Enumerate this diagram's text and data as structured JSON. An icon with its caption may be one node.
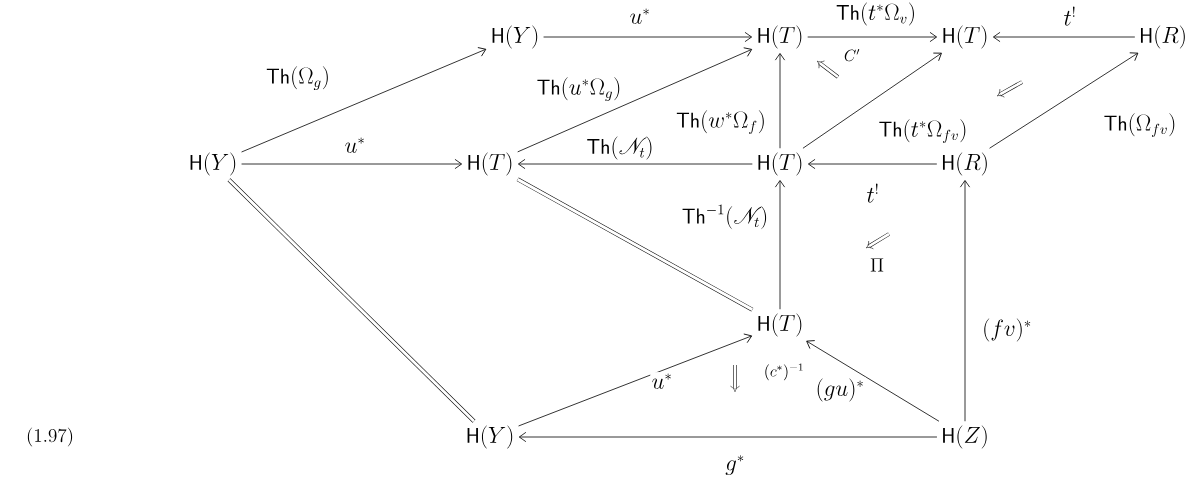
{
  "diagram": {
    "nodes": [
      {
        "text": [
          "\\mathsf{H}(Y)"
        ]
      },
      {
        "text": [
          "\\mathsf{H}(Y)"
        ]
      },
      {
        "text": [
          "\\mathsf{H}(T)"
        ]
      },
      {
        "text": [
          "\\mathsf{H}(T)"
        ]
      },
      {
        "text": [
          "\\mathsf{H}(R)"
        ]
      },
      {
        "text": [
          "\\mathsf{H}(T)"
        ]
      },
      {
        "text": [
          "\\mathsf{H}(T)"
        ]
      },
      {
        "text": [
          "\\mathsf{H}(R)"
        ]
      },
      {
        "text": [
          "\\mathsf{H}(T)"
        ]
      },
      {
        "text": [
          "\\mathsf{H}(Y)"
        ]
      },
      {
        "text": [
          "\\mathsf{H}(Z)"
        ]
      }
    ],
    "edges": [
      {
        "from": 0,
        "to": 1,
        "arrow": "to",
        "label": "\\mathsf{Th}(\\Omega_g)"
      },
      {
        "from": 1,
        "to": 2,
        "arrow": "to",
        "label": "u^*"
      },
      {
        "from": 2,
        "to": 3,
        "arrow": "to",
        "label": "\\mathsf{Th}(t^*\\Omega_v)"
      },
      {
        "from": 4,
        "to": 3,
        "arrow": "to",
        "label": "t^!"
      },
      {
        "from": 0,
        "to": 5,
        "arrow": "to",
        "label": "u^*"
      },
      {
        "from": 5,
        "to": 2,
        "arrow": "to",
        "label": "\\mathsf{Th}(u^*\\Omega_g)"
      },
      {
        "from": 6,
        "to": 2,
        "arrow": "to",
        "label": "\\mathsf{Th}(w^*\\Omega_f)"
      },
      {
        "from": 6,
        "to": 5,
        "arrow": "to",
        "label": "\\mathsf{Th}(\\mathscr{N}_t)"
      },
      {
        "from": 6,
        "to": 3,
        "arrow": "to",
        "label": "\\mathsf{Th}(t^*\\Omega_{fv})"
      },
      {
        "from": 7,
        "to": 6,
        "arrow": "to",
        "label": "t^!"
      },
      {
        "from": 7,
        "to": 4,
        "arrow": "to",
        "label": "\\mathsf{Th}(\\Omega_{fv})"
      },
      {
        "from": 8,
        "to": 6,
        "arrow": "to",
        "label": "\\mathsf{Th}^{-1}(\\mathscr{N}_t)"
      },
      {
        "from": 5,
        "to": 8,
        "arrow": "none",
        "style": "thick"
      },
      {
        "from": 0,
        "to": 9,
        "arrow": "none",
        "style": "thick"
      },
      {
        "from": 9,
        "to": 8,
        "arrow": "to",
        "label": "u^*"
      },
      {
        "from": 10,
        "to": 8,
        "arrow": "to",
        "label": "(gu)^*"
      },
      {
        "from": 10,
        "to": 9,
        "arrow": "to",
        "label": "g^*"
      },
      {
        "from": 10,
        "to": 7,
        "arrow": "to",
        "label": "(fv)^*"
      }
    ],
    "labels": [
      "C'",
      "\\Pi",
      "(c^*)^{-1}",
      "(1.97)"
    ]
  }
}
